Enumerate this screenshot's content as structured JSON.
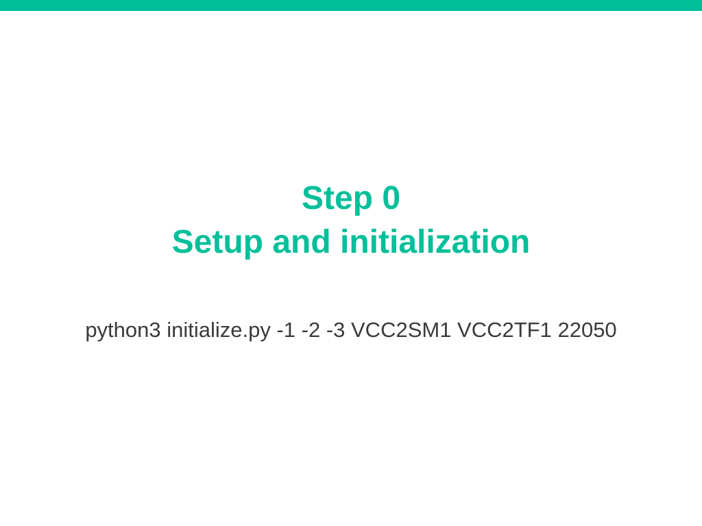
{
  "slide": {
    "title_line1": "Step 0",
    "title_line2": "Setup and initialization",
    "command": "python3 initialize.py -1 -2 -3 VCC2SM1 VCC2TF1 22050"
  },
  "colors": {
    "accent": "#00bf9a",
    "body_text": "#3a3a3a",
    "background": "#ffffff"
  }
}
